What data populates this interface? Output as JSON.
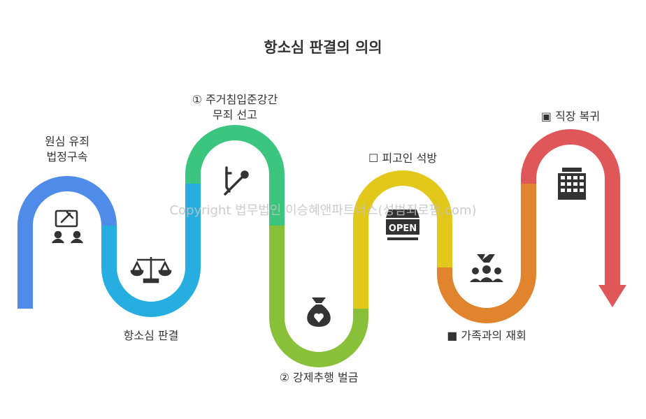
{
  "title": "항소심 판결의 의의",
  "watermark": "Copyright 법무법인 이승혜앤파트너스(성범죄로펌.com)",
  "stages": [
    {
      "line1": "원심 유죄",
      "line2": "법정구속",
      "icon": "courtroom-gavel-icon",
      "color": "#4f8be8"
    },
    {
      "line1": "항소심 판결",
      "line2": "",
      "icon": "balance-scale-icon",
      "color": "#27aee0"
    },
    {
      "line1": "① 주거침입준강간",
      "line2": "무죄 선고",
      "icon": "key-icon",
      "color": "#3cc57f"
    },
    {
      "line1": "② 강제추행 벌금",
      "line2": "",
      "icon": "money-bag-icon",
      "color": "#88c03a"
    },
    {
      "line1": "☐ 피고인 석방",
      "line2": "",
      "icon": "open-sign-icon",
      "color": "#e2c81b"
    },
    {
      "line1": "■ 가족과의 재회",
      "line2": "",
      "icon": "family-reunion-icon",
      "color": "#e0842e"
    },
    {
      "line1": "▣ 직장 복귀",
      "line2": "",
      "icon": "office-building-icon",
      "color": "#e0575a"
    }
  ]
}
